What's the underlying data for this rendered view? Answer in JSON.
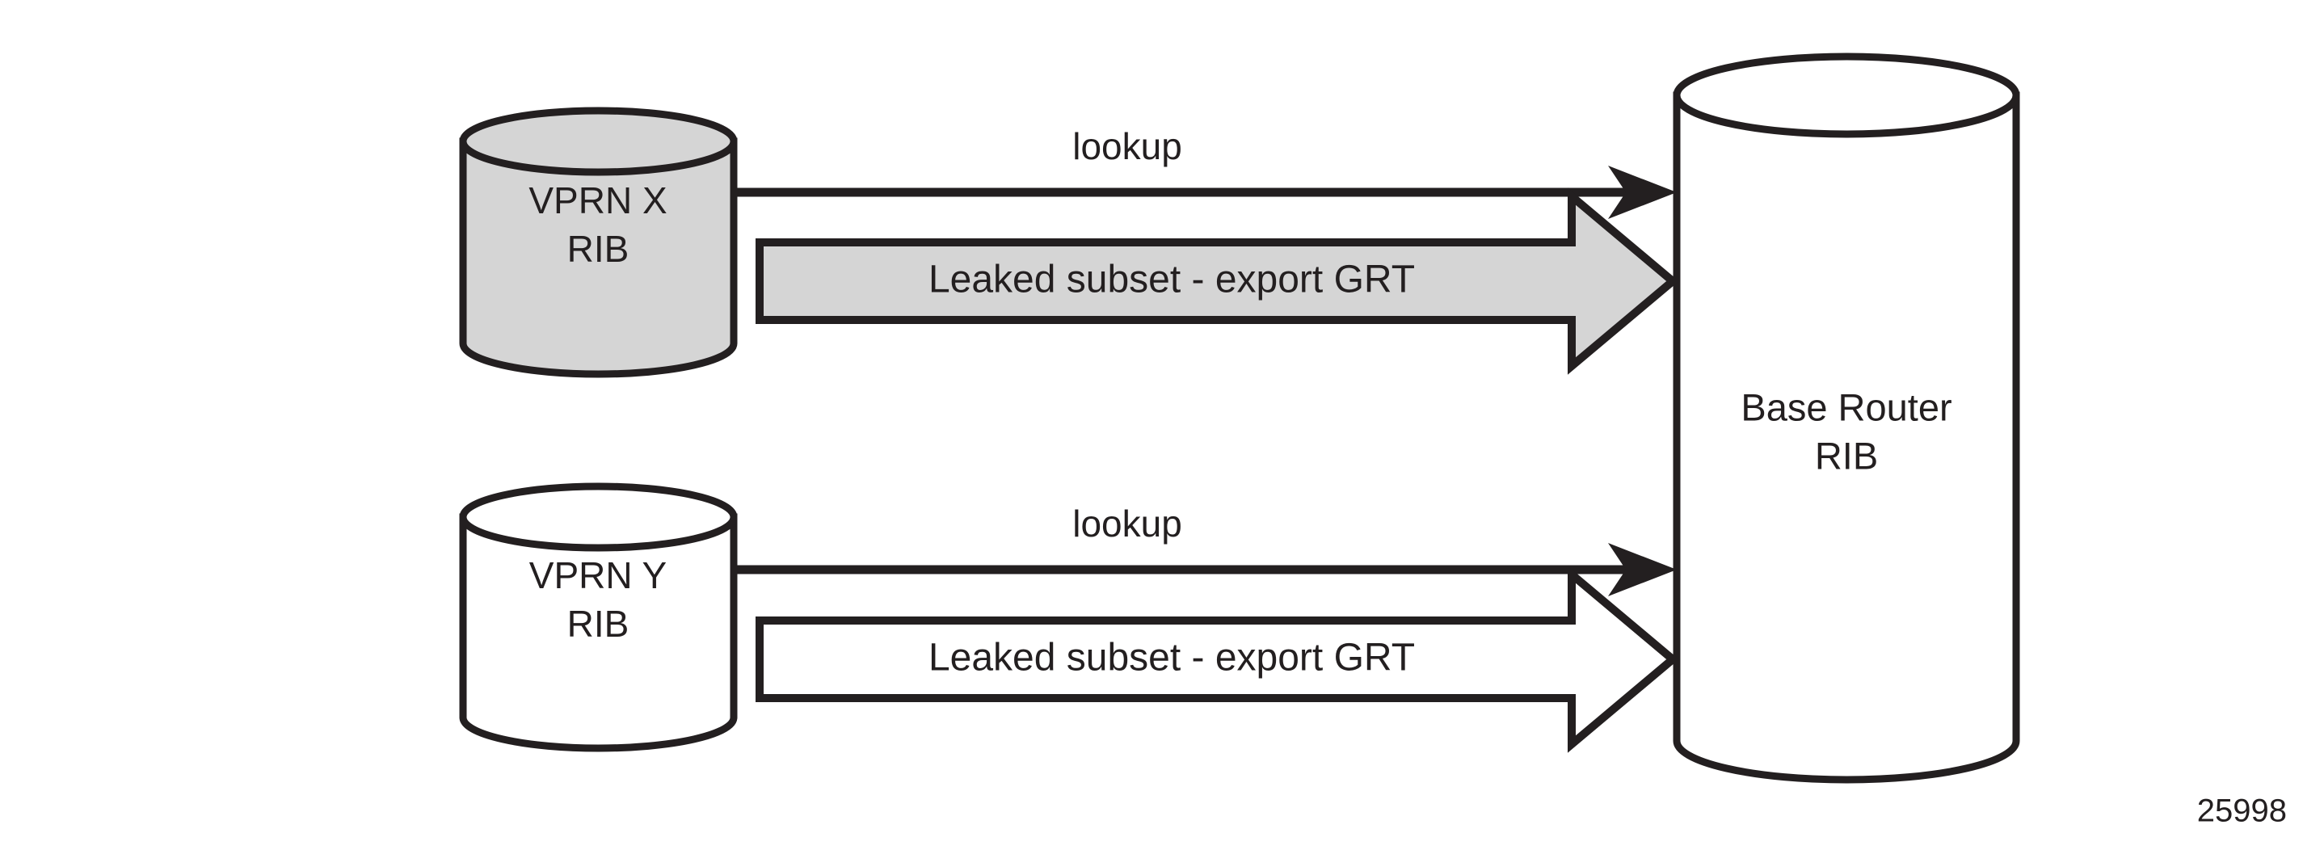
{
  "figure": {
    "number": "25998",
    "background_color": "#ffffff",
    "stroke_color": "#231f20",
    "fill_gray": "#d5d5d5",
    "fill_white": "#ffffff"
  },
  "nodes": [
    {
      "id": "vprn-x-rib",
      "shape": "cylinder",
      "fill": "#d5d5d5",
      "label_line1": "VPRN X",
      "label_line2": "RIB"
    },
    {
      "id": "vprn-y-rib",
      "shape": "cylinder",
      "fill": "#ffffff",
      "label_line1": "VPRN Y",
      "label_line2": "RIB"
    },
    {
      "id": "base-router-rib",
      "shape": "cylinder",
      "fill": "#ffffff",
      "label_line1": "Base Router",
      "label_line2": "RIB"
    }
  ],
  "edges": [
    {
      "id": "lookup-x",
      "label": "lookup",
      "style": "thin-arrow",
      "from": "vprn-x-rib",
      "to": "base-router-rib"
    },
    {
      "id": "leak-x",
      "label": "Leaked subset - export GRT",
      "style": "block-arrow",
      "fill": "#d5d5d5",
      "from": "vprn-x-rib",
      "to": "base-router-rib"
    },
    {
      "id": "lookup-y",
      "label": "lookup",
      "style": "thin-arrow",
      "from": "vprn-y-rib",
      "to": "base-router-rib"
    },
    {
      "id": "leak-y",
      "label": "Leaked subset - export GRT",
      "style": "block-arrow",
      "fill": "#ffffff",
      "from": "vprn-y-rib",
      "to": "base-router-rib"
    }
  ]
}
